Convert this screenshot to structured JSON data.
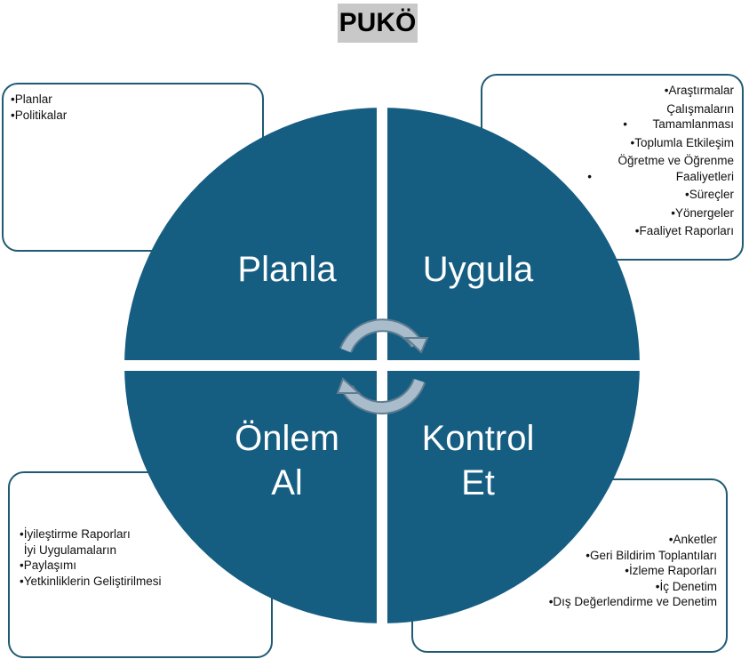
{
  "title": "PUKÖ",
  "colors": {
    "quadrant": "#155e82",
    "box_border": "#205a72",
    "arrow": "#9fb4c4",
    "title_bg": "#c8c8c8"
  },
  "quadrants": {
    "plan": {
      "label": "Planla"
    },
    "do": {
      "label": "Uygula"
    },
    "act": {
      "line1": "Önlem",
      "line2": "Al"
    },
    "check": {
      "line1": "Kontrol",
      "line2": "Et"
    }
  },
  "boxes": {
    "plan_items": [
      "Planlar",
      "Politikalar"
    ],
    "do_items": [
      "Araştırmalar",
      "Çalışmaların Tamamlanması",
      "Toplumla Etkileşim",
      "Öğretme ve Öğrenme Faaliyetleri",
      "Süreçler",
      "Yönergeler",
      "Faaliyet Raporları"
    ],
    "act_items": [
      "İyileştirme Raporları",
      "İyi Uygulamaların Paylaşımı",
      "Yetkinliklerin Geliştirilmesi"
    ],
    "check_items": [
      "Anketler",
      "Geri Bildirim Toplantıları",
      "İzleme Raporları",
      "İç Denetim",
      "Dış Değerlendirme ve Denetim"
    ]
  },
  "cycle_arrows": [
    "clockwise-arrow-icon",
    "clockwise-arrow-icon"
  ]
}
